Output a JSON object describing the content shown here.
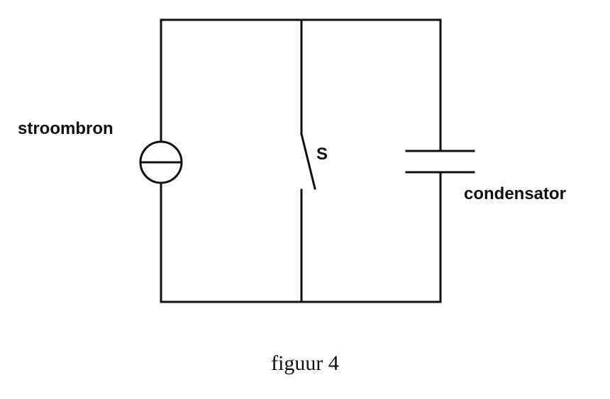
{
  "diagram": {
    "source_label": "stroombron",
    "switch_label": "S",
    "capacitor_label": "condensator",
    "caption": "figuur 4"
  },
  "colors": {
    "ink": "#111111",
    "background": "#ffffff"
  }
}
